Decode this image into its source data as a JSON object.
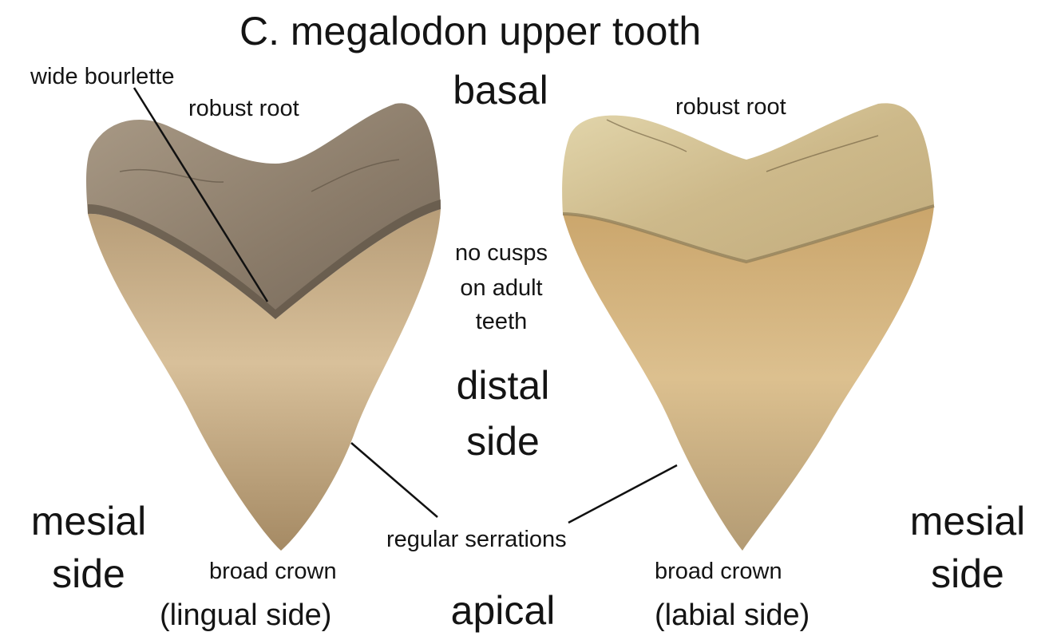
{
  "title": "C. megalodon upper tooth",
  "labels": {
    "wide_bourlette": "wide bourlette",
    "robust_root_left": "robust root",
    "robust_root_right": "robust root",
    "basal": "basal",
    "no_cusps_1": "no cusps",
    "no_cusps_2": "on adult",
    "no_cusps_3": "teeth",
    "distal_1": "distal",
    "distal_2": "side",
    "mesial_left_1": "mesial",
    "mesial_left_2": "side",
    "mesial_right_1": "mesial",
    "mesial_right_2": "side",
    "regular_serrations": "regular serrations",
    "broad_crown_left": "broad crown",
    "broad_crown_right": "broad crown",
    "lingual_side": "(lingual side)",
    "labial_side": "(labial side)",
    "apical": "apical"
  },
  "colors": {
    "left_root": "#8f8272",
    "left_crown": "#c9ad85",
    "right_root": "#d8c99b",
    "right_crown": "#d2b37c",
    "line": "#111111"
  }
}
